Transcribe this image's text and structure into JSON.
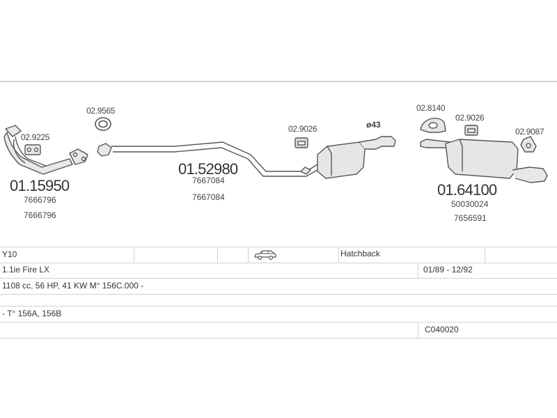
{
  "parts": {
    "front_pipe": {
      "number": "01.15950",
      "oe_numbers": [
        "7666796",
        "7666796"
      ]
    },
    "front_pipe_gasket": {
      "number": "02.9225"
    },
    "front_ring": {
      "number": "02.9565"
    },
    "middle_section": {
      "number": "01.52980",
      "oe_numbers": [
        "7667084",
        "7667084"
      ]
    },
    "middle_hanger": {
      "number": "02.9026"
    },
    "pipe_diameter": "ø43",
    "rear_clamp": {
      "number": "02.8140"
    },
    "rear_hanger": {
      "number": "02.9026"
    },
    "rear_mount": {
      "number": "02.9087"
    },
    "rear_silencer": {
      "number": "01.64100",
      "oe_numbers": [
        "50030024",
        "7656591"
      ]
    }
  },
  "vehicle": {
    "model": "Y10",
    "body_type": "Hatchback",
    "body_icon": "car-icon",
    "variant": "1.1ie Fire LX",
    "years": "01/89 - 12/92",
    "engine_spec": "1108 cc, 56 HP, 41 KW M° 156C.000 -",
    "engine_codes": "- T° 156A, 156B",
    "catalog_code": "C040020"
  },
  "colors": {
    "line": "#555555",
    "rule": "#cfcfcf",
    "fill": "#e6e6e6"
  }
}
